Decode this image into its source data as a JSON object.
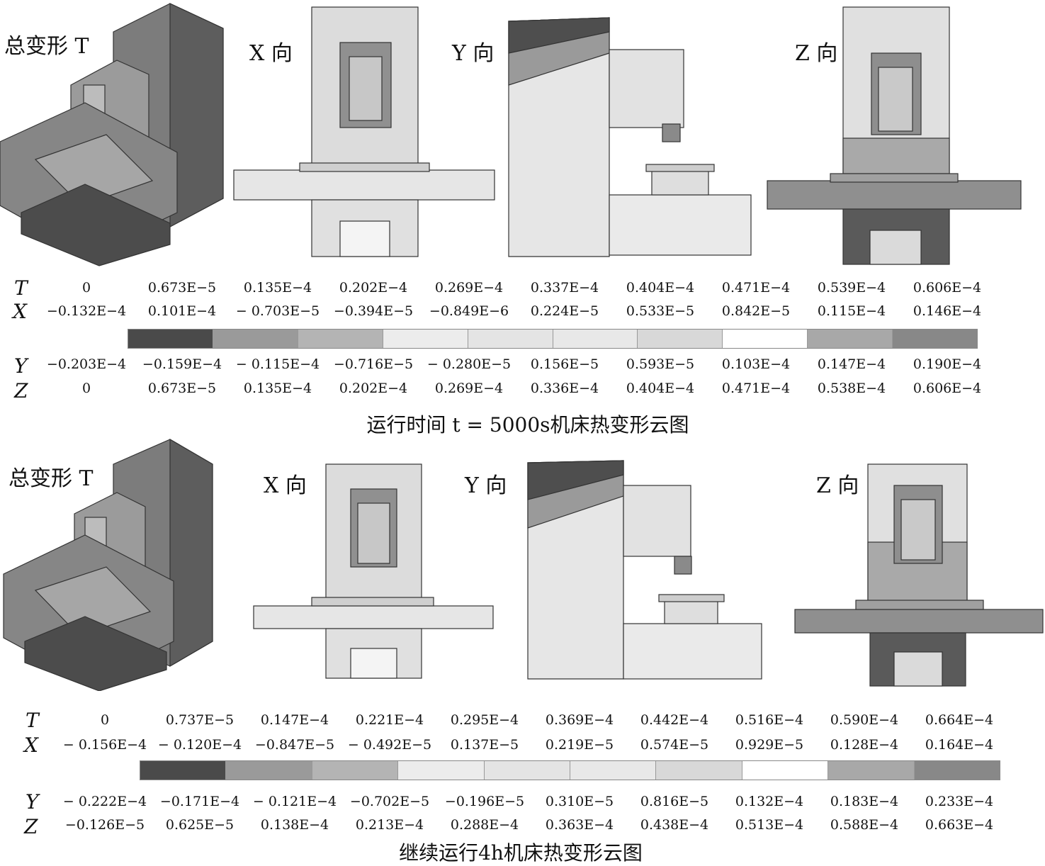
{
  "panels": [
    {
      "views": {
        "total": "总变形 T",
        "x": "X 向",
        "y": "Y 向",
        "z": "Z 向"
      },
      "legend_rows": [
        {
          "label": "T",
          "values": [
            "0",
            "0.673E−5",
            "0.135E−4",
            "0.202E−4",
            "0.269E−4",
            "0.337E−4",
            "0.404E−4",
            "0.471E−4",
            "0.539E−4",
            "0.606E−4"
          ]
        },
        {
          "label": "X",
          "values": [
            "−0.132E−4",
            "0.101E−4",
            "− 0.703E−5",
            "−0.394E−5",
            "−0.849E−6",
            "0.224E−5",
            "0.533E−5",
            "0.842E−5",
            "0.115E−4",
            "0.146E−4"
          ]
        },
        {
          "label": "Y",
          "values": [
            "−0.203E−4",
            "−0.159E−4",
            "− 0.115E−4",
            "−0.716E−5",
            "− 0.280E−5",
            "0.156E−5",
            "0.593E−5",
            "0.103E−4",
            "0.147E−4",
            "0.190E−4"
          ]
        },
        {
          "label": "Z",
          "values": [
            "0",
            "0.673E−5",
            "0.135E−4",
            "0.202E−4",
            "0.269E−4",
            "0.336E−4",
            "0.404E−4",
            "0.471E−4",
            "0.538E−4",
            "0.606E−4"
          ]
        }
      ],
      "caption": "运行时间 t = 5000s机床热变形云图"
    },
    {
      "views": {
        "total": "总变形 T",
        "x": "X 向",
        "y": "Y 向",
        "z": "Z 向"
      },
      "legend_rows": [
        {
          "label": "T",
          "values": [
            "0",
            "0.737E−5",
            "0.147E−4",
            "0.221E−4",
            "0.295E−4",
            "0.369E−4",
            "0.442E−4",
            "0.516E−4",
            "0.590E−4",
            "0.664E−4"
          ]
        },
        {
          "label": "X",
          "values": [
            "− 0.156E−4",
            "− 0.120E−4",
            "−0.847E−5",
            "− 0.492E−5",
            "0.137E−5",
            "0.219E−5",
            "0.574E−5",
            "0.929E−5",
            "0.128E−4",
            "0.164E−4"
          ]
        },
        {
          "label": "Y",
          "values": [
            "− 0.222E−4",
            "−0.171E−4",
            "− 0.121E−4",
            "−0.702E−5",
            "−0.196E−5",
            "0.310E−5",
            "0.816E−5",
            "0.132E−4",
            "0.183E−4",
            "0.233E−4"
          ]
        },
        {
          "label": "Z",
          "values": [
            "−0.126E−5",
            "0.625E−5",
            "0.138E−4",
            "0.213E−4",
            "0.288E−4",
            "0.363E−4",
            "0.438E−4",
            "0.513E−4",
            "0.588E−4",
            "0.663E−4"
          ]
        }
      ],
      "caption": "继续运行4h机床热变形云图"
    }
  ],
  "colorbar": {
    "segment_colors": [
      "#4a4a4a",
      "#9a9a9a",
      "#b4b4b4",
      "#ececec",
      "#e4e4e4",
      "#e8e8e8",
      "#d8d8d8",
      "#ffffff",
      "#a8a8a8",
      "#888888"
    ]
  }
}
